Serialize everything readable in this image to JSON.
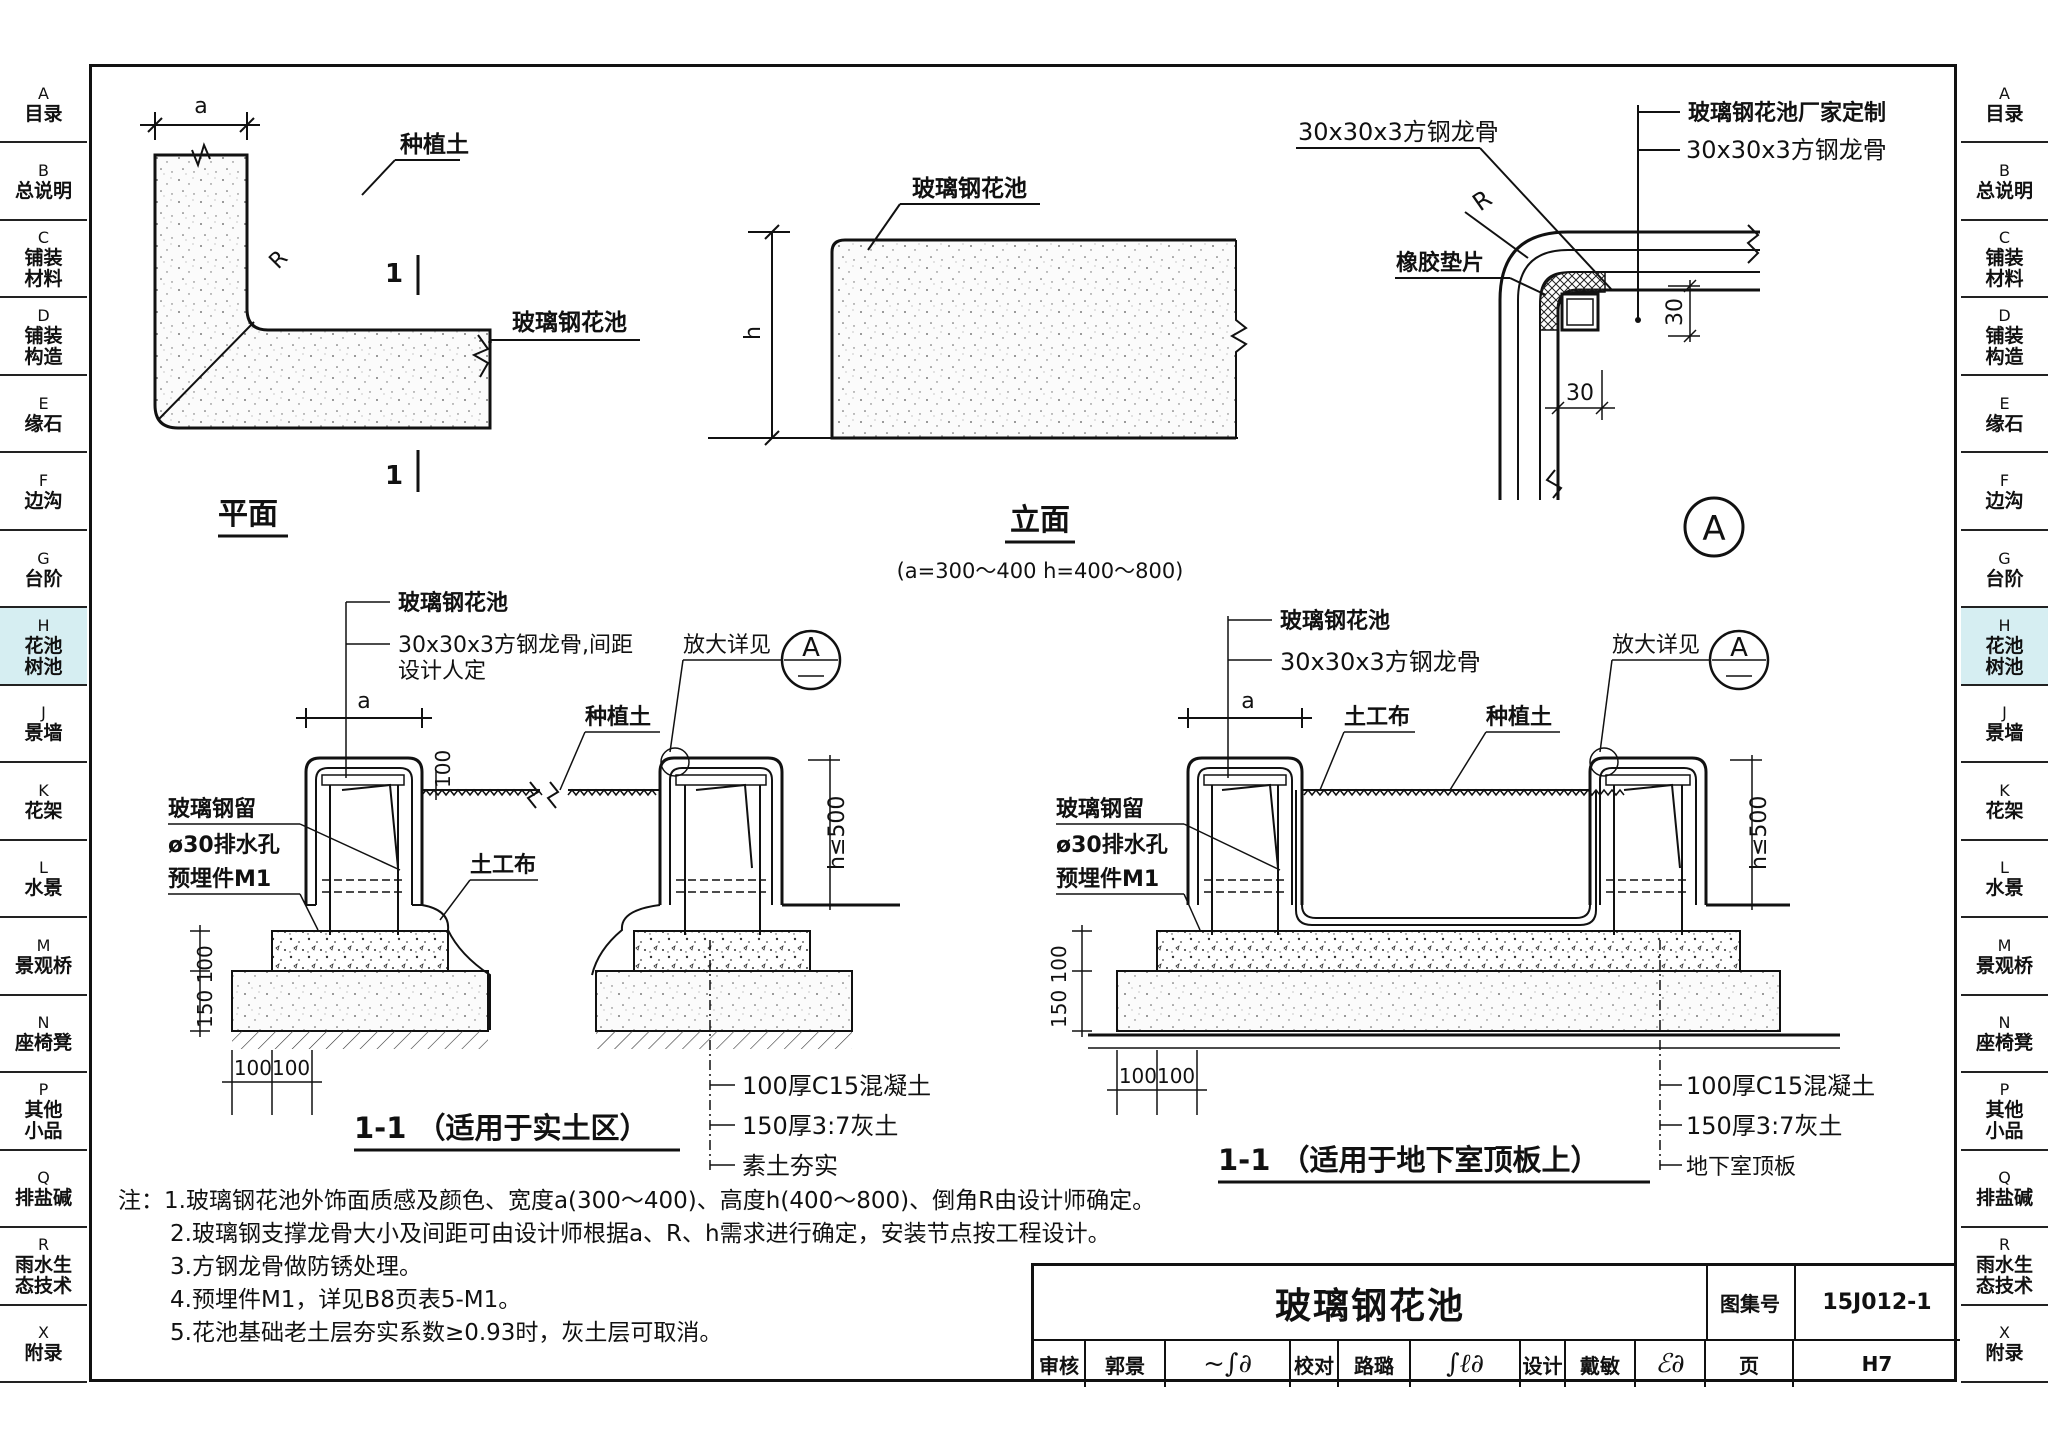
{
  "sidebar_tabs": [
    {
      "letter": "A",
      "label": "目录"
    },
    {
      "letter": "B",
      "label": "总说明"
    },
    {
      "letter": "C",
      "label": "铺装\n材料"
    },
    {
      "letter": "D",
      "label": "铺装\n构造"
    },
    {
      "letter": "E",
      "label": "缘石"
    },
    {
      "letter": "F",
      "label": "边沟"
    },
    {
      "letter": "G",
      "label": "台阶"
    },
    {
      "letter": "H",
      "label": "花池\n树池"
    },
    {
      "letter": "J",
      "label": "景墙"
    },
    {
      "letter": "K",
      "label": "花架"
    },
    {
      "letter": "L",
      "label": "水景"
    },
    {
      "letter": "M",
      "label": "景观桥"
    },
    {
      "letter": "N",
      "label": "座椅凳"
    },
    {
      "letter": "P",
      "label": "其他\n小品"
    },
    {
      "letter": "Q",
      "label": "排盐碱"
    },
    {
      "letter": "R",
      "label": "雨水生\n态技术"
    },
    {
      "letter": "X",
      "label": "附录"
    }
  ],
  "active_tab": "H",
  "active_color": "#d6eef2",
  "plan": {
    "title": "平面",
    "dim_a": "a",
    "label_soil": "种植土",
    "label_frp": "玻璃钢花池",
    "label_R": "R",
    "section_mark": "1"
  },
  "elevation": {
    "title": "立面",
    "subtitle": "(a=300～400    h=400～800)",
    "label_frp": "玻璃钢花池",
    "dim_h": "h"
  },
  "detail_A": {
    "label_frp_custom": "玻璃钢花池厂家定制",
    "label_keel_1": "30x30x3方钢龙骨",
    "label_keel_2": "30x30x3方钢龙骨",
    "label_gasket": "橡胶垫片",
    "label_R": "R",
    "dim_30a": "30",
    "dim_30b": "30",
    "marker": "A"
  },
  "section_left": {
    "title": "1-1 （适用于实土区）",
    "label_frp": "玻璃钢花池",
    "label_keel": "30x30x3方钢龙骨,间距",
    "label_keel_2": "设计人定",
    "label_zoom": "放大详见",
    "label_soil": "种植土",
    "label_geotextile": "土工布",
    "label_hole_1": "玻璃钢留",
    "label_hole_2": "ø30排水孔",
    "label_embed": "预埋件M1",
    "dim_a": "a",
    "dim_100": "100",
    "dim_h": "h≤500",
    "dim_100_150": "150 100",
    "dim_100_100": "100100",
    "layer_1": "100厚C15混凝土",
    "layer_2": "150厚3:7灰土",
    "layer_3": "素土夯实",
    "marker": "A"
  },
  "section_right": {
    "title": "1-1 （适用于地下室顶板上）",
    "label_frp": "玻璃钢花池",
    "label_keel": "30x30x3方钢龙骨",
    "label_zoom": "放大详见",
    "label_geotextile": "土工布",
    "label_soil": "种植土",
    "label_hole_1": "玻璃钢留",
    "label_hole_2": "ø30排水孔",
    "label_embed": "预埋件M1",
    "dim_a": "a",
    "dim_h": "h≤500",
    "dim_100_150": "150 100",
    "dim_100_100": "100100",
    "layer_1": "100厚C15混凝土",
    "layer_2": "150厚3:7灰土",
    "layer_3": "地下室顶板",
    "marker": "A"
  },
  "notes": [
    "注：1.玻璃钢花池外饰面质感及颜色、宽度a(300～400)、高度h(400～800)、倒角R由设计师确定。",
    "2.玻璃钢支撑龙骨大小及间距可由设计师根据a、R、h需求进行确定，安装节点按工程设计。",
    "3.方钢龙骨做防锈处理。",
    "4.预埋件M1，详见B8页表5-M1。",
    "5.花池基础老土层夯实系数≥0.93时，灰土层可取消。"
  ],
  "title_block": {
    "title": "玻璃钢花池",
    "atlas_label": "图集号",
    "atlas_code": "15J012-1",
    "review_label": "审核",
    "reviewer": "郭景",
    "check_label": "校对",
    "checker": "路璐",
    "design_label": "设计",
    "designer": "戴敏",
    "page_label": "页",
    "page": "H7"
  }
}
